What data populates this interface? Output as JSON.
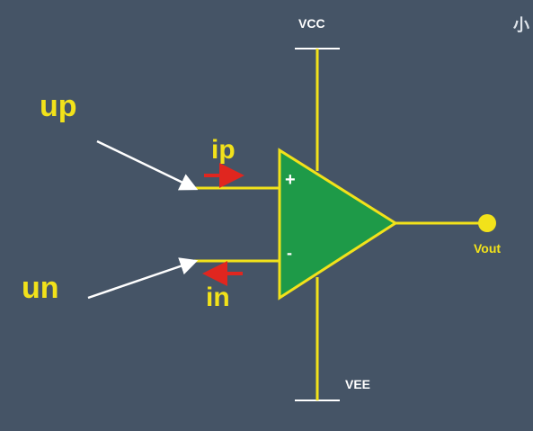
{
  "labels": {
    "vcc": "VCC",
    "vee": "VEE",
    "vout": "Vout",
    "up": "up",
    "un": "un",
    "ip": "ip",
    "in": "in",
    "plus": "+",
    "minus": "-",
    "watermark": "小"
  },
  "colors": {
    "background": "#455466",
    "wire": "#f2e21a",
    "opamp_fill": "#1e9a48",
    "arrow_white": "#ffffff",
    "current_arrow": "#e0261f",
    "rail_cap": "#ffffff"
  }
}
